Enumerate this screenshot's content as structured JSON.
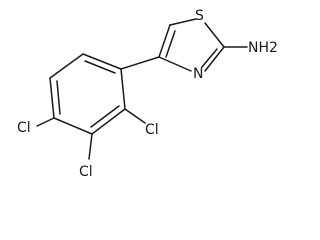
{
  "molecule": {
    "atoms": {
      "sulfur": "S",
      "nitrogen": "N",
      "amine": "NH2",
      "chloro_2": "Cl",
      "chloro_3": "Cl",
      "chloro_4": "Cl"
    },
    "ink_color": "#1a1a1a",
    "background_color": "#ffffff"
  }
}
